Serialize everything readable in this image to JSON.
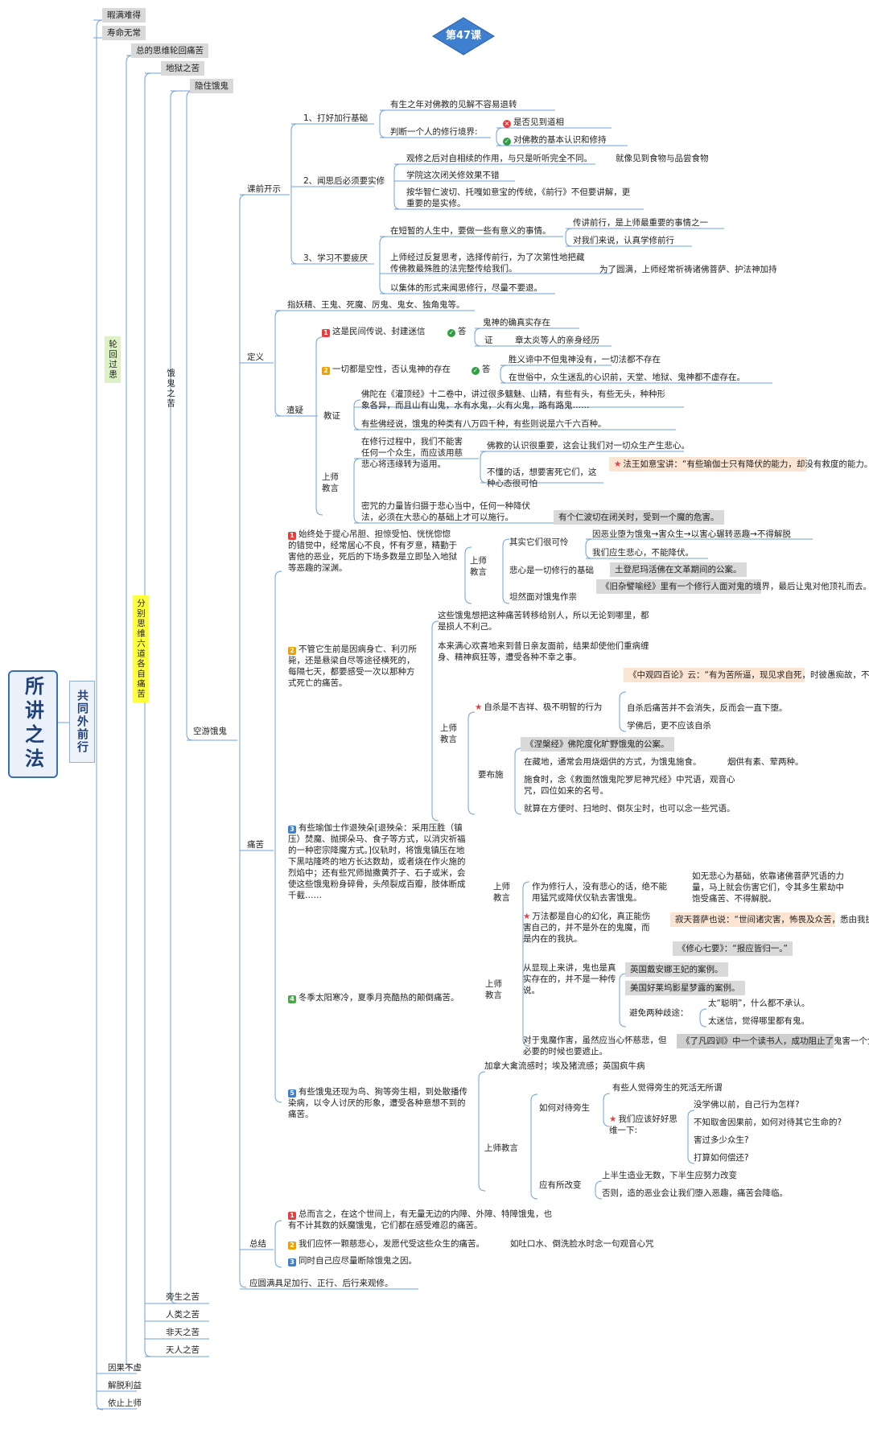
{
  "lesson": "第47课",
  "root": "所讲之法",
  "l1": "共同外前行",
  "top_items": [
    "暇满难得",
    "寿命无常",
    "总的思维轮回痛苦",
    "地狱之苦",
    "隐住饿鬼"
  ],
  "yellow_label": "分别思维六道各自痛苦",
  "green_label": "轮回过患",
  "hungry_ghost_label": "饿鬼之苦",
  "air_ghost": "空游饿鬼",
  "sec_intro": "课前开示",
  "intro": {
    "a1": "1、打好加行基础",
    "a1_1": "有生之年对佛教的见解不容易退转",
    "a1_2": "判断一个人的修行境界:",
    "a1_2a": "是否见到道相",
    "a1_2b": "对佛教的基本认识和修持",
    "a2": "2、闻思后必须要实修",
    "a2_1": "观修之后对自相续的作用，与只是听听完全不同。",
    "a2_1b": "就像见到食物与品尝食物",
    "a2_2": "学院这次闭关修效果不错",
    "a2_3": "按华智仁波切、托嘎如意宝的传统，《前行》不但要讲解，更重要的是实修。",
    "a3": "3、学习不要疲厌",
    "a3_1": "在短暂的人生中，要做一些有意义的事情。",
    "a3_1a": "传讲前行，是上师最重要的事情之一",
    "a3_1b": "对我们来说，认真学修前行",
    "a3_2": "上师经过反复思考，选择传前行，为了次第性地把藏传佛教最殊胜的法完整传给我们。",
    "a3_2b": "为了圆满，上师经常祈祷诸佛菩萨、护法神加持",
    "a3_3": "以集体的形式来闻思修行，尽量不要退。"
  },
  "def": {
    "label": "定义",
    "d1": "指妖精、王鬼、死魔、厉鬼、鬼女、独角鬼等。",
    "doubt": "遣疑",
    "q1": "这是民间传说、封建迷信",
    "ans": "答",
    "q1a": "鬼神的确真实存在",
    "q1b_label": "证",
    "q1b": "章太炎等人的亲身经历",
    "q2": "一切都是空性，否认鬼神的存在",
    "q2a": "胜义谛中不但鬼神没有，一切法都不存在",
    "q2b": "在世俗中，众生迷乱的心识前，天堂、地狱、鬼神都不虚存在。",
    "teach": "教证",
    "t1": "佛陀在《灌顶经》十二卷中，讲过很多魑魅、山精，有些有头，有些无头，种种形象各异，而且山有山鬼，水有水鬼，火有火鬼，路有路鬼……",
    "t2": "有些佛经说，饿鬼的种类有八万四千种，有些则说是六千六百种。",
    "master": "上师教言",
    "m1": "在修行过程中，我们不能害任何一个众生，而应该用慈悲心将违缘转为道用。",
    "m1a": "佛教的认识很重要，这会让我们对一切众生产生悲心。",
    "m1b": "不懂的话，想要害死它们，这种心态很可怕",
    "m1c": "法王如意宝讲：“有些瑜伽士只有降伏的能力，却没有救度的能力。若是这样，你用猛咒害了鬼魔，而不能超度它们，过失会特别大！”",
    "m2": "密咒的力量皆归摄于悲心当中，任何一种降伏法，必须在大悲心的基础上才可以施行。",
    "m2b": "有个仁波切在闭关时，受到一个魔的危害。"
  },
  "pain": {
    "label": "痛苦",
    "p1": "始终处于提心吊胆、担惊受怕、恍恍惚惚的错觉中，经常居心不良，怀有歹意，精勤于害他的恶业，死后的下场多数是立即坠入地狱等恶趣的深渊。",
    "p1_m": "上师教言",
    "p1_1": "其实它们很可怜",
    "p1_1a": "因恶业堕为饿鬼→害众生→以害心辗转恶趣→不得解脱",
    "p1_1b": "我们应生悲心，不能降伏。",
    "p1_2": "悲心是一切修行的基础",
    "p1_2a": "土登尼玛活佛在文革期间的公案。",
    "p1_3": "坦然面对饿鬼作祟",
    "p1_3a": "《旧杂譬喻经》里有一个修行人面对鬼的境界，最后让鬼对他顶礼而去。",
    "p2": "不管它生前是因病身亡、利刃所毙，还是悬梁自尽等途径横死的，每隔七天，都要感受一次以那种方式死亡的痛苦。",
    "p2_1": "这些饿鬼想把这种痛苦转移给别人，所以无论到哪里，都是损人不利己。",
    "p2_2": "本来满心欢喜地来到昔日亲友面前，结果却使他们重病缠身、精神疯狂等，遭受各种不幸之事。",
    "p2_m": "上师教言",
    "p2_3": "自杀是不吉祥、极不明智的行为",
    "p2_3a": "《中观四百论》云：“有为苦所逼，现见求自死，时彼愚痴故，不能趣胜道。”",
    "p2_3b": "自杀后痛苦并不会消失，反而会一直下堕。",
    "p2_3c": "学佛后，更不应该自杀",
    "p2_4": "要布施",
    "p2_4a": "《涅槃经》佛陀度化旷野饿鬼的公案。",
    "p2_4b": "在藏地，通常会用烧烟供的方式，为饿鬼施食。",
    "p2_4b2": "烟供有素、荤两种。",
    "p2_4c": "施食时，念《救面然饿鬼陀罗尼神咒经》中咒语，观音心咒，四位如来的名号。",
    "p2_4d": "就算在方便时、扫地时、倒灰尘时，也可以念一些咒语。",
    "p3": "有些瑜伽士作退殃朵[退殃朵：采用压胜（镇压）焚魔、抛掷朵马、食子等方式，以消灾祈福的一种密宗降魔方式。]仪轨时，将饿鬼镇压在地下黑咕隆咚的地方长达数劫，或者烧在作火施的烈焰中；还有些咒师抛撒黄芥子、石子或米，会使这些饿鬼粉身碎骨，头颅裂成百瓣，肢体断成千截……",
    "p3_m": "上师教言",
    "p3_1": "作为修行人，没有悲心的话，绝不能用猛咒或降伏仪轨去害饿鬼。",
    "p3_2": "如无悲心为基础，依靠诸佛菩萨咒语的力量，马上就会伤害它们，令其多生累劫中饱受痛苦、不得解脱。",
    "p4": "冬季太阳寒冷，夏季月亮酷热的颠倒痛苦。",
    "p4_m": "上师教言",
    "p4_1": "万法都是自心的幻化，真正能伤害自己的，并不是外在的鬼魔，而是内在的我执。",
    "p4_1a": "寂天菩萨也说：“世间诸灾害，怖畏及众苦，悉由我执生，此魔我何用？”",
    "p4_1b": "《修心七要》：“报应皆归一。”",
    "p4_2": "从显现上来讲，鬼也是真实存在的，并不是一种传说。",
    "p4_2a": "英国戴安娜王妃的案例。",
    "p4_2b": "美国好莱坞影星梦露的案例。",
    "p4_2c": "避免两种歧途：",
    "p4_2c1": "太“聪明”，什么都不承认。",
    "p4_2c2": "太迷信，觉得哪里都有鬼。",
    "p4_3": "对于鬼魔作害，虽然应当心怀慈悲，但必要的时候也要遮止。",
    "p4_3a": "《了凡四训》中一个读书人，成功阻止了鬼害一个女人的公案。",
    "p5": "有些饿鬼还现为鸟、狗等旁生相，到处散播传染病，以令人讨厌的形象，遭受各种意想不到的痛苦。",
    "p5_1": "加拿大禽流感时；埃及猪流感；英国疯牛病",
    "p5_m": "上师教言",
    "p5_2": "如何对待旁生",
    "p5_2a": "有些人觉得旁生的死活无所谓",
    "p5_2b": "我们应该好好思维一下:",
    "p5_2b1": "没学佛以前，自己行为怎样?",
    "p5_2b2": "不知取舍因果前，如何对待其它生命的?",
    "p5_2b3": "害过多少众生?",
    "p5_2b4": "打算如何偿还?",
    "p5_3": "应有所改变",
    "p5_3a": "上半生造业无数，下半生应努力改变",
    "p5_3b": "否则，造的恶业会让我们堕入恶趣，痛苦会降临。"
  },
  "sum": {
    "label": "总结",
    "s1": "总而言之，在这个世间上，有无量无边的内障、外障、特障饿鬼，也有不计其数的妖魔饿鬼，它们都在感受难忍的痛苦。",
    "s2": "我们应怀一颗慈悲心，发愿代受这些众生的痛苦。",
    "s2a": "如吐口水、倒洗脸水时念一句观音心咒",
    "s3": "同时自己应尽量断除饿鬼之因。",
    "s4": "应圆满具足加行、正行、后行来观修。"
  },
  "bottom_mid": [
    "旁生之苦",
    "人类之苦",
    "非天之苦",
    "天人之苦"
  ],
  "bottom_left": [
    "因果不虚",
    "解脱利益",
    "依止上师"
  ]
}
